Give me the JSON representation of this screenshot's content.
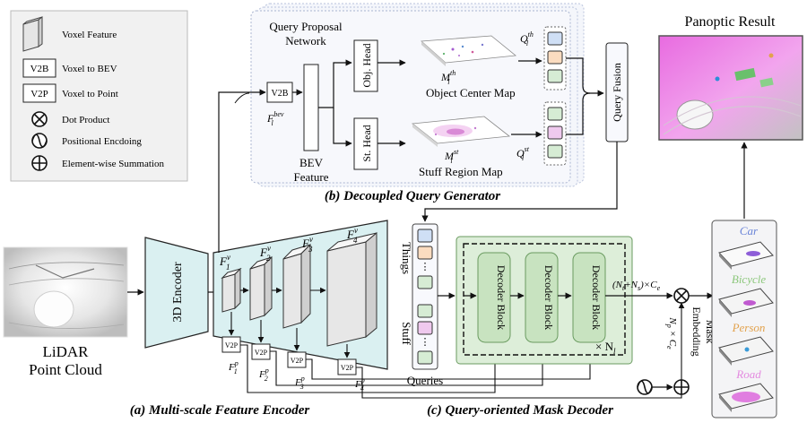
{
  "legend": {
    "voxel_feature": "Voxel Feature",
    "v2b_symbol": "V2B",
    "v2b_label": "Voxel to BEV",
    "v2p_symbol": "V2P",
    "v2p_label": "Voxel to Point",
    "dot_product": "Dot Product",
    "positional_encoding": "Positional Encdoing",
    "elementwise_sum": "Element-wise Summation"
  },
  "query_generator": {
    "qpn_title_1": "Query Proposal",
    "qpn_title_2": "Network",
    "v2b": "V2B",
    "f_bev": "F",
    "f_bev_sup": "bev",
    "f_bev_sub": "l",
    "bev_feature_1": "BEV",
    "bev_feature_2": "Feature",
    "obj_head": "Obj. Head",
    "st_head": "St. Head",
    "m_th": "M",
    "m_th_sup": "th",
    "m_th_sub": "l",
    "m_st": "M",
    "m_st_sup": "st",
    "m_st_sub": "l",
    "object_center_map": "Object Center Map",
    "stuff_region_map": "Stuff Region Map",
    "q_th": "Q",
    "q_th_sup": "th",
    "q_th_sub": "l",
    "q_st": "Q",
    "q_st_sup": "st",
    "q_st_sub": "l",
    "query_fusion": "Query Fusion",
    "caption": "(b) Decoupled Query Generator"
  },
  "encoder": {
    "lidar_1": "LiDAR",
    "lidar_2": "Point Cloud",
    "encoder_3d": "3D Encoder",
    "f1": "F",
    "f1_sup": "v",
    "f1_sub": "1",
    "f2": "F",
    "f2_sup": "v",
    "f2_sub": "2",
    "f3": "F",
    "f3_sup": "v",
    "f3_sub": "3",
    "f4": "F",
    "f4_sup": "v",
    "f4_sub": "4",
    "v2p": "V2P",
    "fp1": "F",
    "fp1_sup": "p",
    "fp1_sub": "1",
    "fp2": "F",
    "fp2_sup": "p",
    "fp2_sub": "2",
    "fp3": "F",
    "fp3_sup": "p",
    "fp3_sub": "3",
    "fp4": "F",
    "fp4_sup": "p",
    "fp4_sub": "4",
    "caption": "(a) Multi-scale Feature Encoder"
  },
  "decoder": {
    "things": "Things",
    "stuff": "Stuff",
    "queries": "Queries",
    "decoder_block": "Decoder Block",
    "repeat": "× N",
    "repeat_sub": "l",
    "dims": "(N",
    "dims_t": "t",
    "dims_plus": "+N",
    "dims_s": "s",
    "dims_close": ")×C",
    "dims_e": "e",
    "mask_embedding_1": "Mask",
    "mask_embedding_2": "Embedding",
    "np_ce": "N",
    "np_ce_p": "p",
    "np_ce_x": " × C",
    "np_ce_e": "e",
    "caption": "(c) Query-oriented Mask Decoder"
  },
  "result": {
    "title": "Panoptic Result",
    "car": "Car",
    "bicycle": "Bicycle",
    "person": "Person",
    "road": "Road"
  },
  "colors": {
    "query_blue": "#cfdff5",
    "query_orange": "#fbdcc0",
    "query_green": "#d6ecd4",
    "query_pink": "#efc9ee",
    "encoder_fill": "#daf0f1",
    "decoder_fill": "#ddeed9",
    "decoder_block_fill": "#c8e3c0",
    "car_label": "#6a84d8",
    "bicycle_label": "#8cc77c",
    "person_label": "#e2a24d",
    "road_label": "#e48be0"
  }
}
